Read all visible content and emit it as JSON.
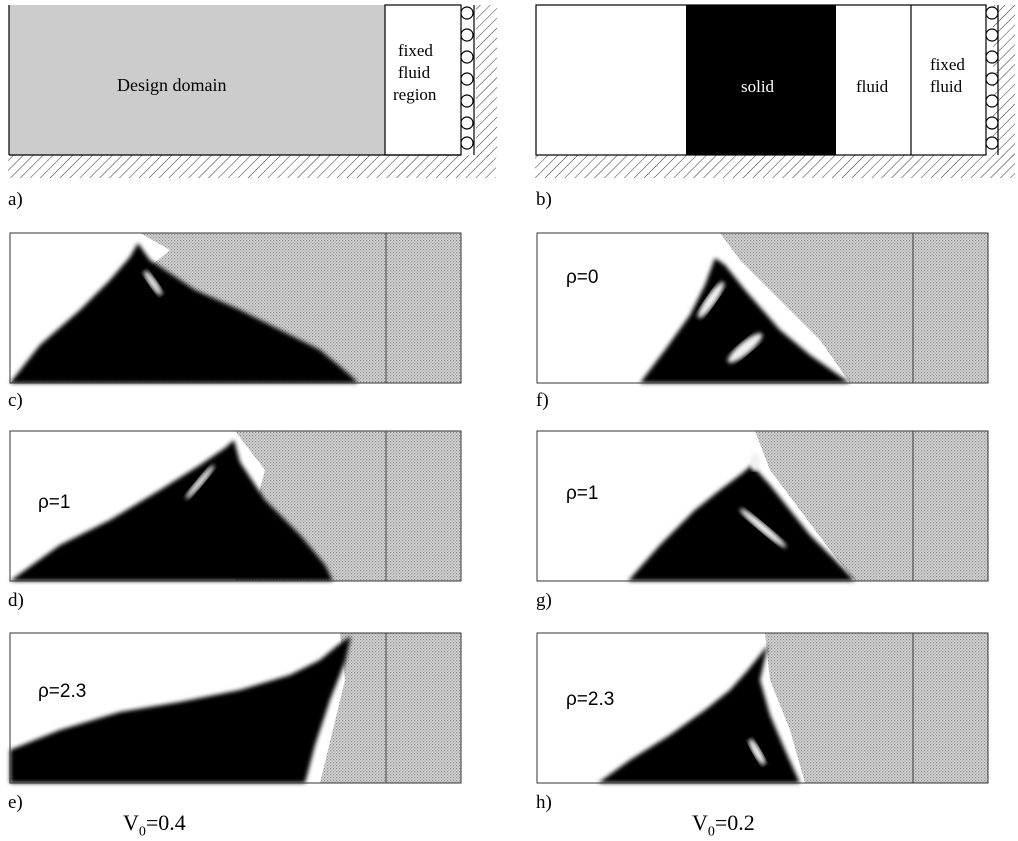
{
  "colors": {
    "design_domain": "#cccccc",
    "solid": "#000000",
    "fluid_dotted": "#bdbdbd",
    "background": "#ffffff"
  },
  "panel_a": {
    "tag": "a)",
    "design_domain_text": "Design domain",
    "fixed_region_text": [
      "fixed",
      "fluid",
      "region"
    ]
  },
  "panel_b": {
    "tag": "b)",
    "solid_text": "solid",
    "fluid_text": "fluid",
    "fixed_fluid_text": [
      "fixed",
      "fluid"
    ]
  },
  "results": {
    "c": {
      "tag": "c)",
      "rho": ""
    },
    "d": {
      "tag": "d)",
      "rho": "ρ=1"
    },
    "e": {
      "tag": "e)",
      "rho": "ρ=2.3"
    },
    "f": {
      "tag": "f)",
      "rho": "ρ=0"
    },
    "g": {
      "tag": "g)",
      "rho": "ρ=1"
    },
    "h": {
      "tag": "h)",
      "rho": "ρ=2.3"
    }
  },
  "captions": {
    "left": {
      "v": "V",
      "sub": "0",
      "rest": "=0.4"
    },
    "right": {
      "v": "V",
      "sub": "0",
      "rest": "=0.2"
    }
  }
}
